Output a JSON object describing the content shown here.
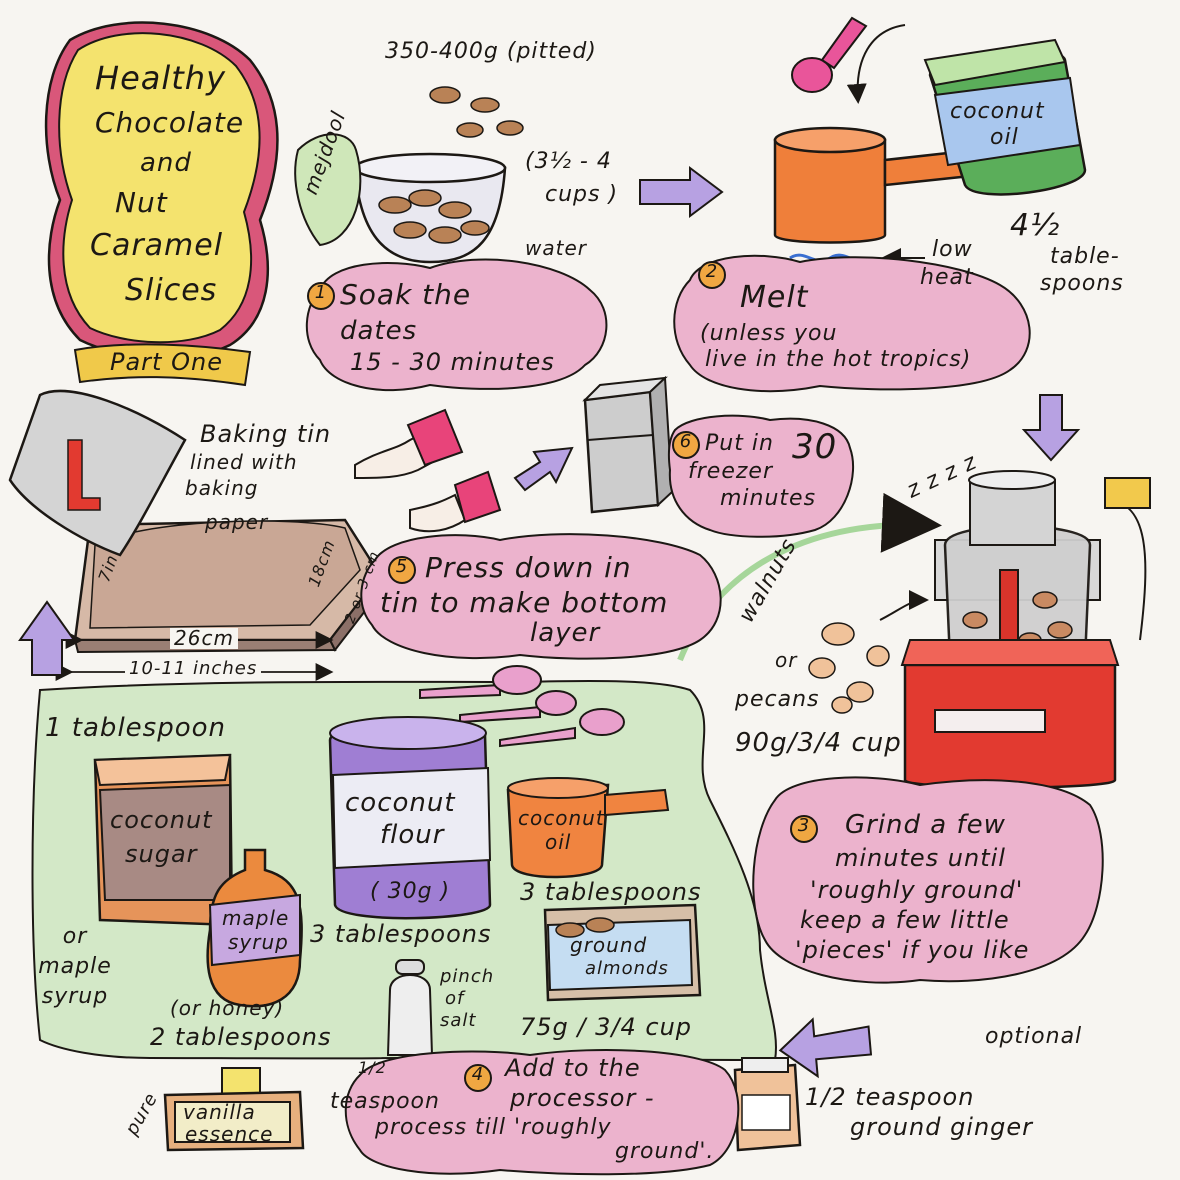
{
  "title": {
    "line1": "Healthy",
    "line2": "Chocolate",
    "line3": "and",
    "line4": "Nut",
    "line5": "Caramel",
    "line6": "Slices",
    "part": "Part One"
  },
  "step1": {
    "number": "1",
    "instruction_line1": "Soak the",
    "instruction_line2": "dates",
    "instruction_line3": "15 - 30 minutes",
    "amount": "350-400g (pitted)",
    "cups_line1": "(3½ - 4",
    "cups_line2": "cups )",
    "variety": "mejdool",
    "water": "water"
  },
  "step2": {
    "number": "2",
    "instruction": "Melt",
    "note_line1": "(unless you",
    "note_line2": "live in the hot tropics)",
    "jar_label_line1": "coconut",
    "jar_label_line2": "oil",
    "amount_line1": "4½",
    "amount_line2": "table-",
    "amount_line3": "spoons",
    "heat_line1": "low",
    "heat_line2": "heat"
  },
  "step3": {
    "number": "3",
    "line1": "Grind a few",
    "line2": "minutes until",
    "line3": "'roughly ground'",
    "line4": "keep a few little",
    "line5": "'pieces' if you like",
    "nuts_line1": "walnuts",
    "nuts_line2": "or",
    "nuts_line3": "pecans",
    "nuts_amount": "90g/3/4 cup",
    "sleep": "z z z z"
  },
  "step4": {
    "number": "4",
    "line1": "Add to the",
    "line2": "processor -",
    "line3": "process till 'roughly",
    "line4": "ground'.",
    "sugar_label_line1": "coconut",
    "sugar_label_line2": "sugar",
    "sugar_amount": "1 tablespoon",
    "sugar_alt_line1": "or",
    "sugar_alt_line2": "maple",
    "sugar_alt_line3": "syrup",
    "syrup_label_line1": "maple",
    "syrup_label_line2": "syrup",
    "syrup_alt": "(or honey)",
    "syrup_amount": "2 tablespoons",
    "flour_label_line1": "coconut",
    "flour_label_line2": "flour",
    "flour_weight": "( 30g )",
    "flour_amount": "3 tablespoons",
    "oil_label_line1": "coconut",
    "oil_label_line2": "oil",
    "oil_amount": "3 tablespoons",
    "almond_label_line1": "ground",
    "almond_label_line2": "almonds",
    "almond_amount": "75g / 3/4 cup",
    "salt_line1": "pinch",
    "salt_line2": "of",
    "salt_line3": "salt",
    "vanilla_label_line1": "vanilla",
    "vanilla_label_line2": "essence",
    "vanilla_pure": "pure",
    "vanilla_amount_line1": "1/2",
    "vanilla_amount_line2": "teaspoon",
    "ginger_line1": "1/2 teaspoon",
    "ginger_line2": "ground ginger",
    "optional": "optional"
  },
  "step5": {
    "number": "5",
    "line1": "Press down in",
    "line2": "tin to make bottom",
    "line3": "layer",
    "tin_line1": "Baking tin",
    "tin_line2": "lined with",
    "tin_line3": "baking",
    "tin_line4": "paper",
    "dim_width": "26cm",
    "dim_inches": "10-11 inches",
    "dim_depth": "18cm",
    "dim_height": "2 or 3 cm",
    "dim_side": "7in"
  },
  "step6": {
    "number": "6",
    "line1": "Put in",
    "line2": "freezer",
    "line3": "minutes",
    "minutes_value": "30"
  },
  "colors": {
    "pink_cloud": "#e9a8c6",
    "green_area": "#cfe4c4",
    "orange": "#ef7f3a",
    "red": "#d9342b",
    "purple": "#a98ad6",
    "yellow": "#f2dc68",
    "ink": "#1c1814"
  }
}
